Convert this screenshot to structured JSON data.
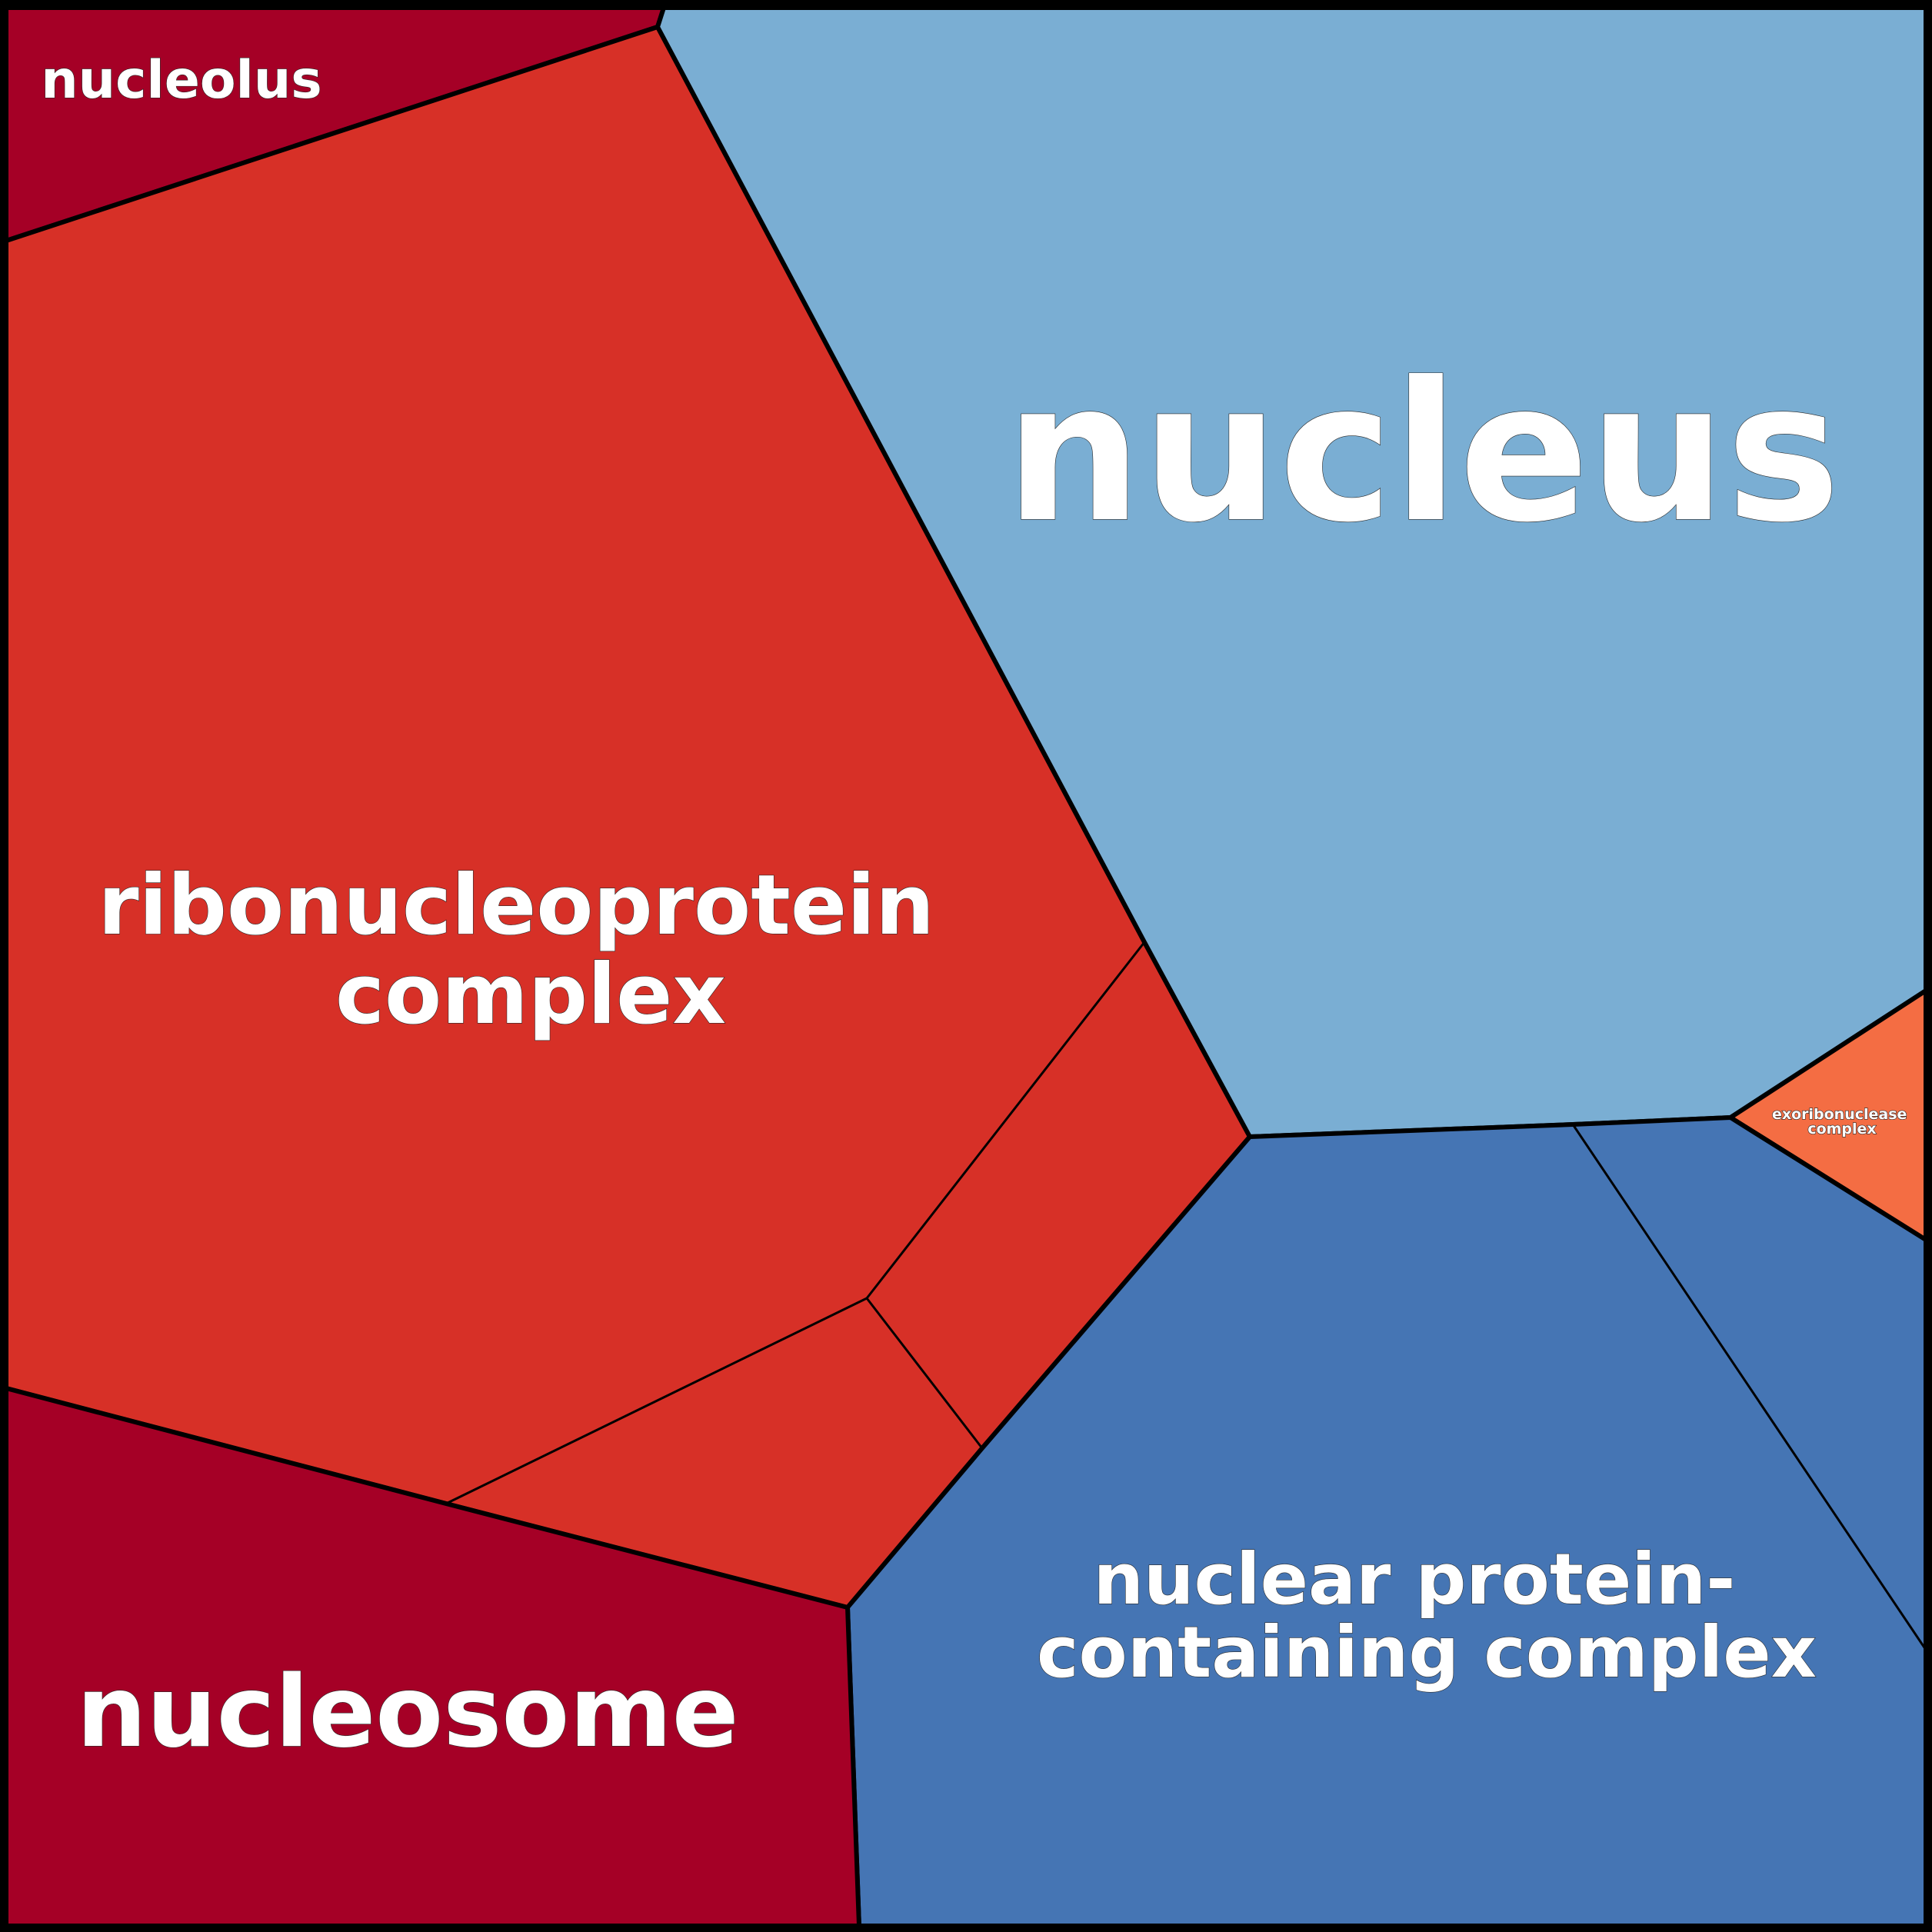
{
  "colors": {
    "nucleolus": "#a50026",
    "ribonucleoprotein": "#d73027",
    "nucleus": "#7aaed3",
    "nuclear_protein": "#4575b4",
    "exoribonuclease": "#f46d43",
    "nucleosome": "#a50026",
    "border": "#000000",
    "text": "#ffffff"
  },
  "cells": [
    {
      "id": "nucleolus",
      "label_lines": [
        "nucleolus"
      ]
    },
    {
      "id": "ribonucleoprotein",
      "label_lines": [
        "ribonucleoprotein",
        "complex"
      ]
    },
    {
      "id": "nucleus",
      "label_lines": [
        "nucleus"
      ]
    },
    {
      "id": "nuclear_protein",
      "label_lines": [
        "nuclear protein-",
        "containing complex"
      ]
    },
    {
      "id": "exoribonuclease",
      "label_lines": [
        "exoribonuclease",
        "complex"
      ]
    },
    {
      "id": "nucleosome",
      "label_lines": [
        "nucleosome"
      ]
    }
  ]
}
